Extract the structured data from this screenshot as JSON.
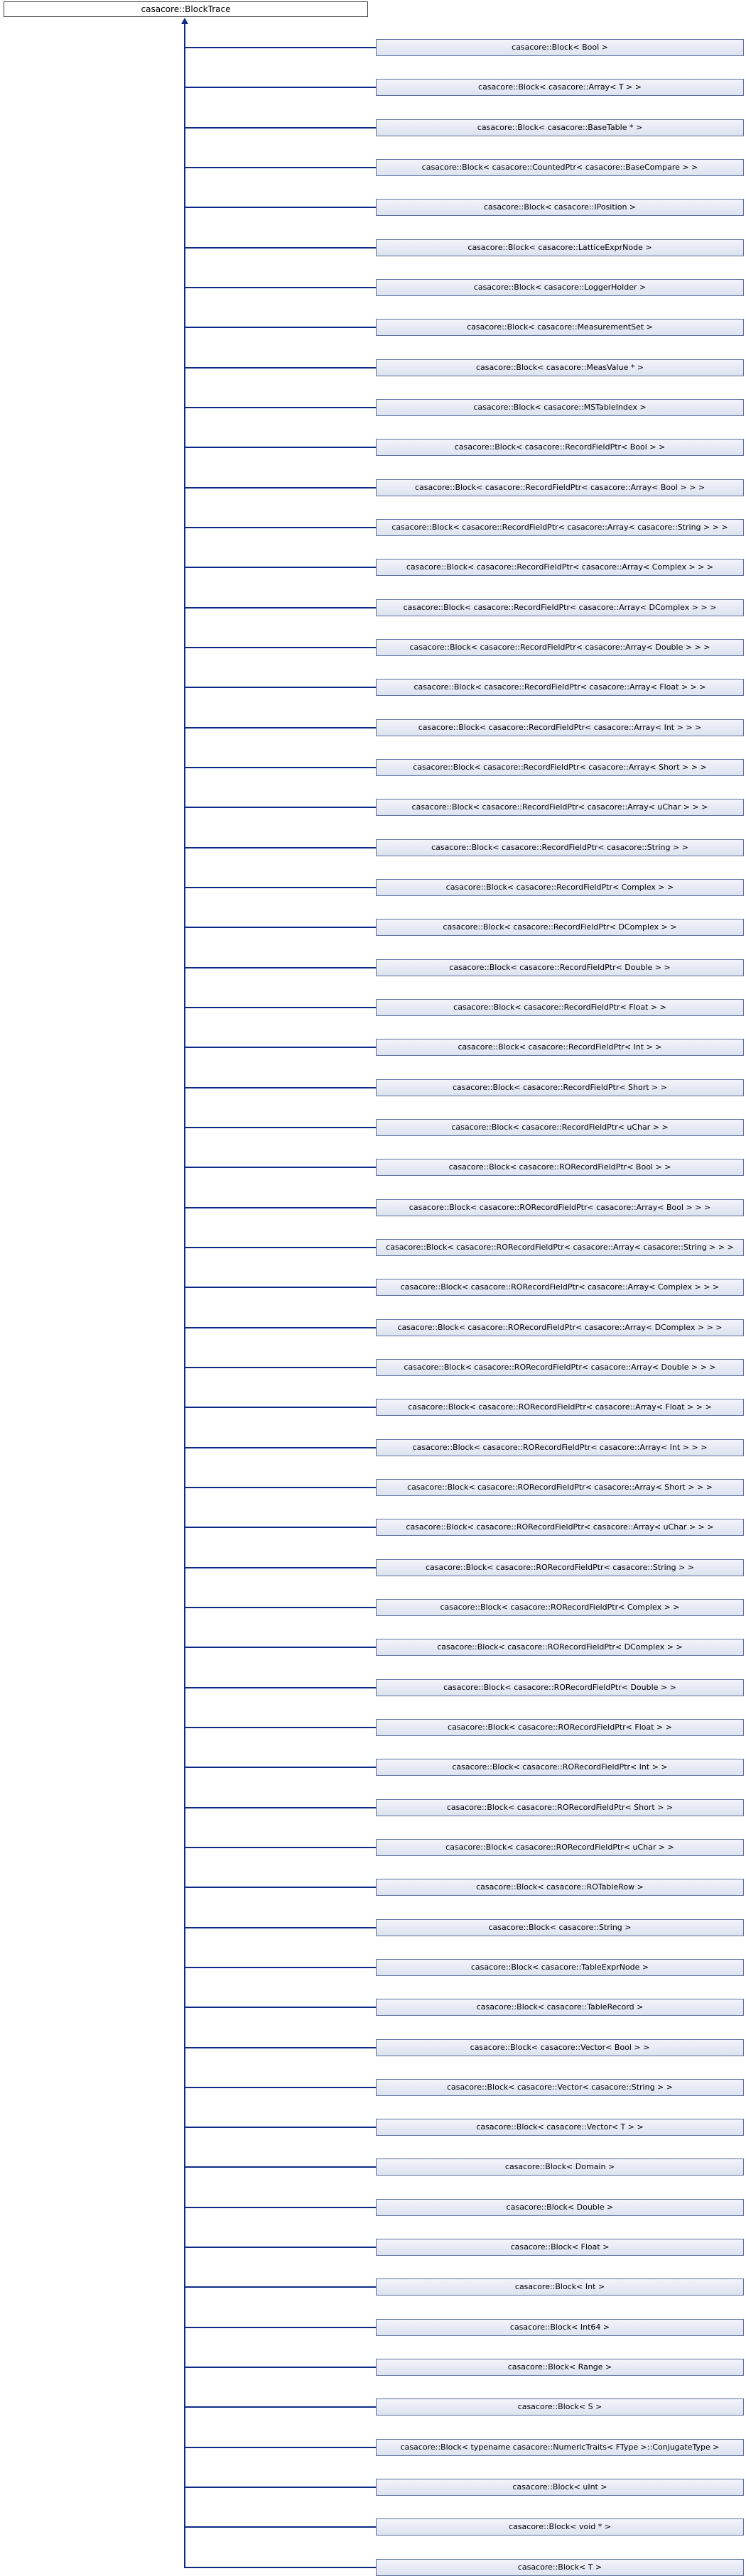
{
  "diagram": {
    "base_class": "casacore::BlockTrace",
    "derived_classes": [
      "casacore::Block< Bool >",
      "casacore::Block< casacore::Array< T > >",
      "casacore::Block< casacore::BaseTable * >",
      "casacore::Block< casacore::CountedPtr< casacore::BaseCompare > >",
      "casacore::Block< casacore::IPosition >",
      "casacore::Block< casacore::LatticeExprNode >",
      "casacore::Block< casacore::LoggerHolder >",
      "casacore::Block< casacore::MeasurementSet >",
      "casacore::Block< casacore::MeasValue * >",
      "casacore::Block< casacore::MSTableIndex >",
      "casacore::Block< casacore::RecordFieldPtr< Bool > >",
      "casacore::Block< casacore::RecordFieldPtr< casacore::Array< Bool > > >",
      "casacore::Block< casacore::RecordFieldPtr< casacore::Array< casacore::String > > >",
      "casacore::Block< casacore::RecordFieldPtr< casacore::Array< Complex > > >",
      "casacore::Block< casacore::RecordFieldPtr< casacore::Array< DComplex > > >",
      "casacore::Block< casacore::RecordFieldPtr< casacore::Array< Double > > >",
      "casacore::Block< casacore::RecordFieldPtr< casacore::Array< Float > > >",
      "casacore::Block< casacore::RecordFieldPtr< casacore::Array< Int > > >",
      "casacore::Block< casacore::RecordFieldPtr< casacore::Array< Short > > >",
      "casacore::Block< casacore::RecordFieldPtr< casacore::Array< uChar > > >",
      "casacore::Block< casacore::RecordFieldPtr< casacore::String > >",
      "casacore::Block< casacore::RecordFieldPtr< Complex > >",
      "casacore::Block< casacore::RecordFieldPtr< DComplex > >",
      "casacore::Block< casacore::RecordFieldPtr< Double > >",
      "casacore::Block< casacore::RecordFieldPtr< Float > >",
      "casacore::Block< casacore::RecordFieldPtr< Int > >",
      "casacore::Block< casacore::RecordFieldPtr< Short > >",
      "casacore::Block< casacore::RecordFieldPtr< uChar > >",
      "casacore::Block< casacore::RORecordFieldPtr< Bool > >",
      "casacore::Block< casacore::RORecordFieldPtr< casacore::Array< Bool > > >",
      "casacore::Block< casacore::RORecordFieldPtr< casacore::Array< casacore::String > > >",
      "casacore::Block< casacore::RORecordFieldPtr< casacore::Array< Complex > > >",
      "casacore::Block< casacore::RORecordFieldPtr< casacore::Array< DComplex > > >",
      "casacore::Block< casacore::RORecordFieldPtr< casacore::Array< Double > > >",
      "casacore::Block< casacore::RORecordFieldPtr< casacore::Array< Float > > >",
      "casacore::Block< casacore::RORecordFieldPtr< casacore::Array< Int > > >",
      "casacore::Block< casacore::RORecordFieldPtr< casacore::Array< Short > > >",
      "casacore::Block< casacore::RORecordFieldPtr< casacore::Array< uChar > > >",
      "casacore::Block< casacore::RORecordFieldPtr< casacore::String > >",
      "casacore::Block< casacore::RORecordFieldPtr< Complex > >",
      "casacore::Block< casacore::RORecordFieldPtr< DComplex > >",
      "casacore::Block< casacore::RORecordFieldPtr< Double > >",
      "casacore::Block< casacore::RORecordFieldPtr< Float > >",
      "casacore::Block< casacore::RORecordFieldPtr< Int > >",
      "casacore::Block< casacore::RORecordFieldPtr< Short > >",
      "casacore::Block< casacore::RORecordFieldPtr< uChar > >",
      "casacore::Block< casacore::ROTableRow >",
      "casacore::Block< casacore::String >",
      "casacore::Block< casacore::TableExprNode >",
      "casacore::Block< casacore::TableRecord >",
      "casacore::Block< casacore::Vector< Bool > >",
      "casacore::Block< casacore::Vector< casacore::String > >",
      "casacore::Block< casacore::Vector< T > >",
      "casacore::Block< Domain >",
      "casacore::Block< Double >",
      "casacore::Block< Float >",
      "casacore::Block< Int >",
      "casacore::Block< Int64 >",
      "casacore::Block< Range >",
      "casacore::Block< S >",
      "casacore::Block< typename casacore::NumericTraits< FType >::ConjugateType >",
      "casacore::Block< uInt >",
      "casacore::Block< void * >",
      "casacore::Block< T >"
    ],
    "colors": {
      "edge": "#0d2a86",
      "node_border": "#5f6f9f",
      "node_fill_top": "#f2f4fa",
      "node_fill_bottom": "#dde2f0",
      "root_border": "#404040",
      "root_fill": "#ffffff"
    }
  }
}
